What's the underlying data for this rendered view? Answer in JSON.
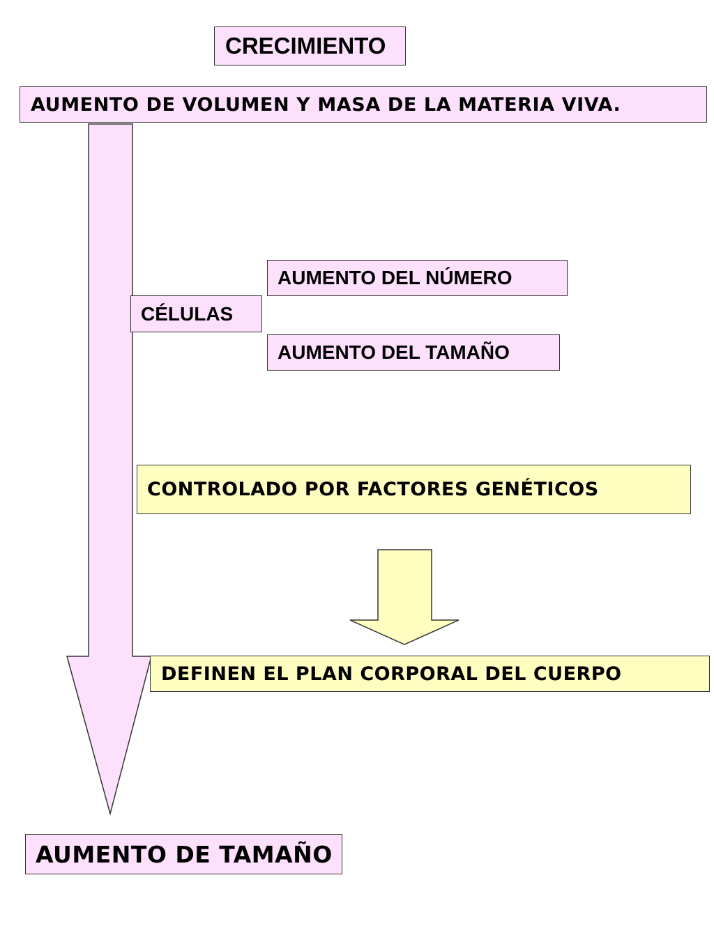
{
  "colors": {
    "pink": "#fde0fc",
    "yellow": "#fefec0",
    "border": "#333333"
  },
  "diagram": {
    "title": "CRECIMIENTO",
    "definition": "AUMENTO DE VOLUMEN Y MASA DE LA MATERIA VIVA.",
    "cells": "CÉLULAS",
    "cell_number": "AUMENTO DEL NÚMERO",
    "cell_size": "AUMENTO DEL TAMAÑO",
    "genetic_control": "CONTROLADO POR FACTORES GENÉTICOS",
    "body_plan": "DEFINEN EL PLAN CORPORAL DEL CUERPO",
    "result": "AUMENTO DE TAMAÑO"
  }
}
